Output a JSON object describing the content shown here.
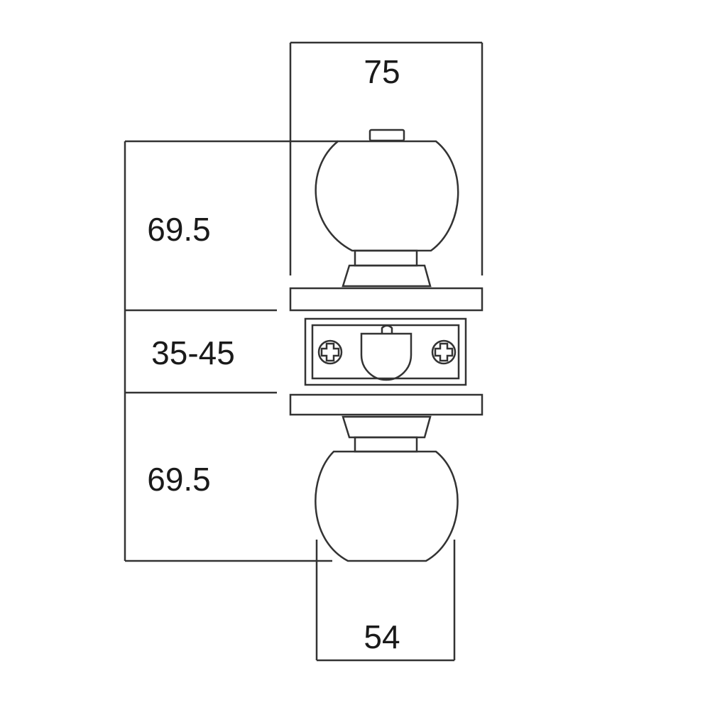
{
  "dimensions": {
    "overall_width": "75",
    "top_knob_projection": "69.5",
    "door_thickness": "35-45",
    "bottom_knob_projection": "69.5",
    "knob_diameter": "54"
  },
  "colors": {
    "line": "#333333",
    "text": "#1a1a1a",
    "background": "#ffffff"
  }
}
